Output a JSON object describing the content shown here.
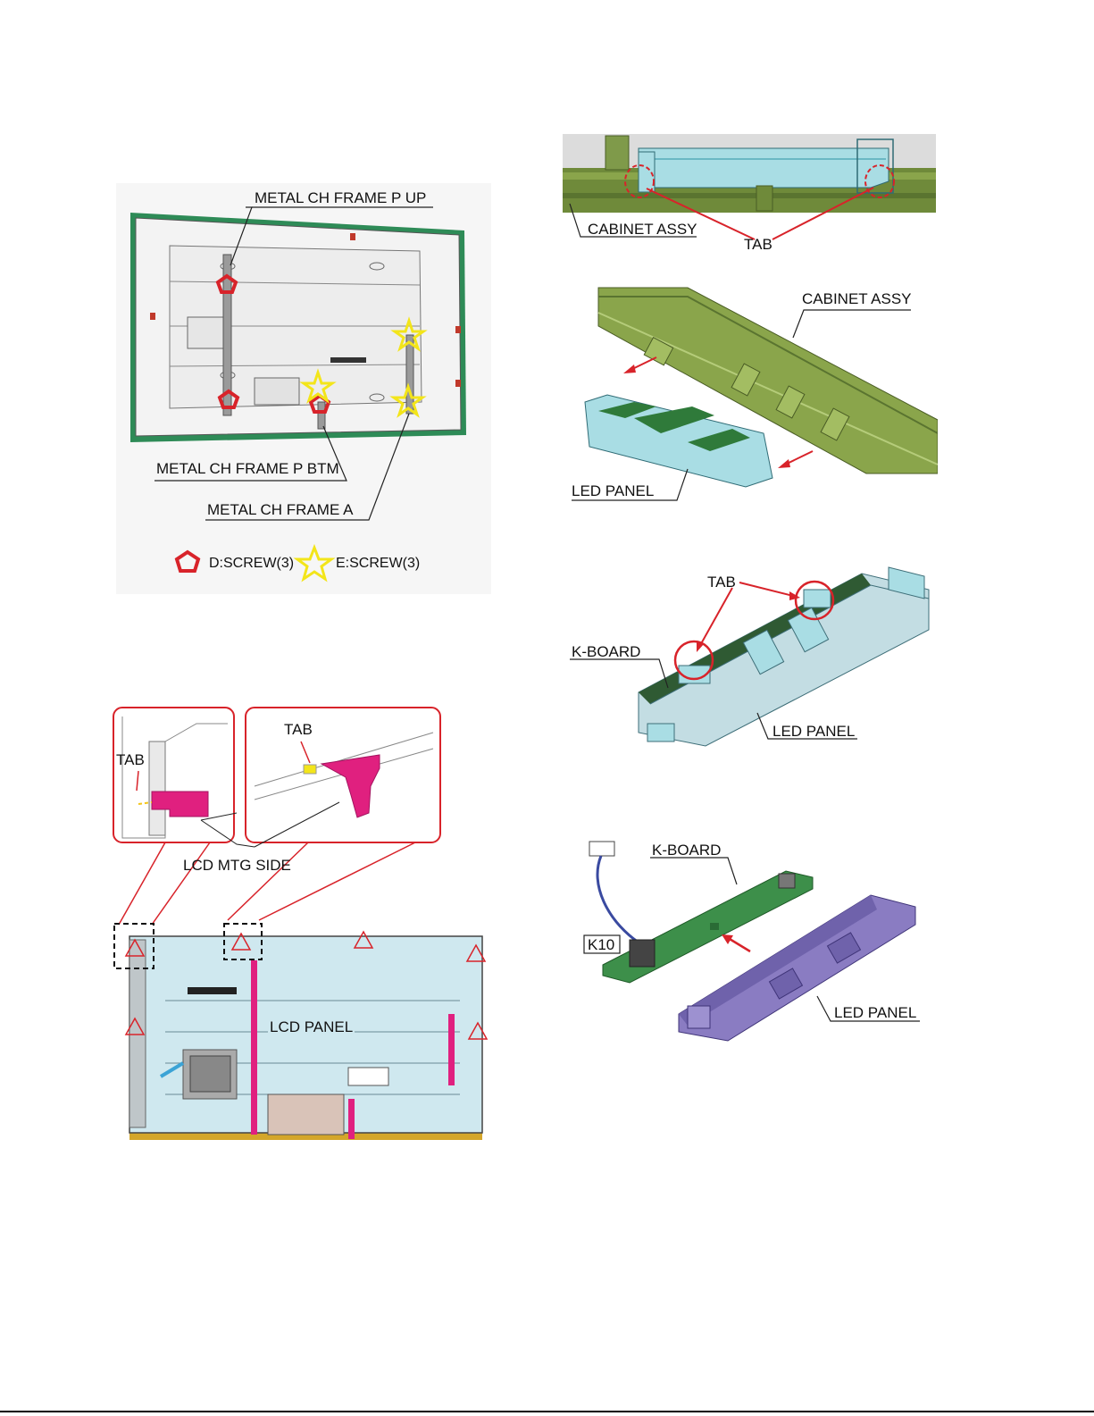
{
  "figure1": {
    "labels": {
      "frame_p_up": "METAL CH FRAME P UP",
      "frame_p_btm": "METAL CH FRAME P BTM",
      "frame_a": "METAL CH FRAME A"
    },
    "legend": {
      "d_screw": "D:SCREW(3)",
      "e_screw": "E:SCREW(3)"
    }
  },
  "figure2": {
    "labels": {
      "tab_left": "TAB",
      "tab_right": "TAB",
      "lcd_mtg_side": "LCD MTG SIDE",
      "lcd_panel": "LCD PANEL"
    }
  },
  "figure3": {
    "labels": {
      "cabinet_assy": "CABINET ASSY",
      "tab": "TAB"
    }
  },
  "figure4": {
    "labels": {
      "cabinet_assy": "CABINET ASSY",
      "led_panel": "LED PANEL"
    }
  },
  "figure5": {
    "labels": {
      "tab": "TAB",
      "k_board": "K-BOARD",
      "led_panel": "LED PANEL"
    }
  },
  "figure6": {
    "labels": {
      "k_board": "K-BOARD",
      "connector": "K10",
      "led_panel": "LED PANEL"
    }
  },
  "colors": {
    "cabinet_green": "#6f8a3a",
    "led_blue": "#a9dde4",
    "pcb_green": "#2f7a3a",
    "led_purple": "#7f70b8",
    "lcd_blue": "#cfe8ef",
    "magenta": "#e0207f",
    "callout_red": "#d8232a",
    "screw_yellow": "#f3e51a"
  }
}
